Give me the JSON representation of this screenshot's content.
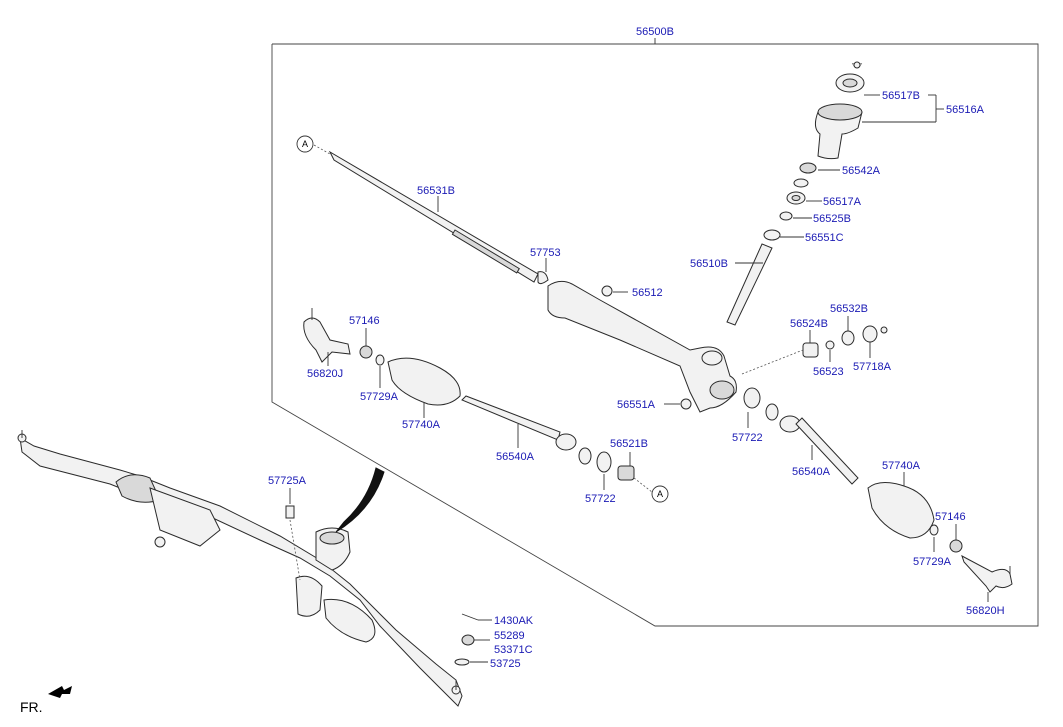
{
  "labels": {
    "p56500B": "56500B",
    "p56517B": "56517B",
    "p56516A": "56516A",
    "p56542A": "56542A",
    "p56517A": "56517A",
    "p56525B": "56525B",
    "p56551C": "56551C",
    "p56531B": "56531B",
    "p57753": "57753",
    "p56510B": "56510B",
    "p56512": "56512",
    "p56532B": "56532B",
    "p56524B": "56524B",
    "p57146a": "57146",
    "p56820J": "56820J",
    "p57729Aa": "57729A",
    "p57740Aa": "57740A",
    "p56523": "56523",
    "p57718A": "57718A",
    "p56551A": "56551A",
    "p56540Aa": "56540A",
    "p56521B": "56521B",
    "p57722a": "57722",
    "p57722b": "57722",
    "p56540Ab": "56540A",
    "p57740Ab": "57740A",
    "p57725A": "57725A",
    "p57146b": "57146",
    "p57729Ab": "57729A",
    "p56820H": "56820H",
    "p1430AK": "1430AK",
    "p55289": "55289",
    "p53371C": "53371C",
    "p53725": "53725"
  },
  "refs": {
    "a1": "A",
    "a2": "A"
  },
  "fr_label": "FR."
}
